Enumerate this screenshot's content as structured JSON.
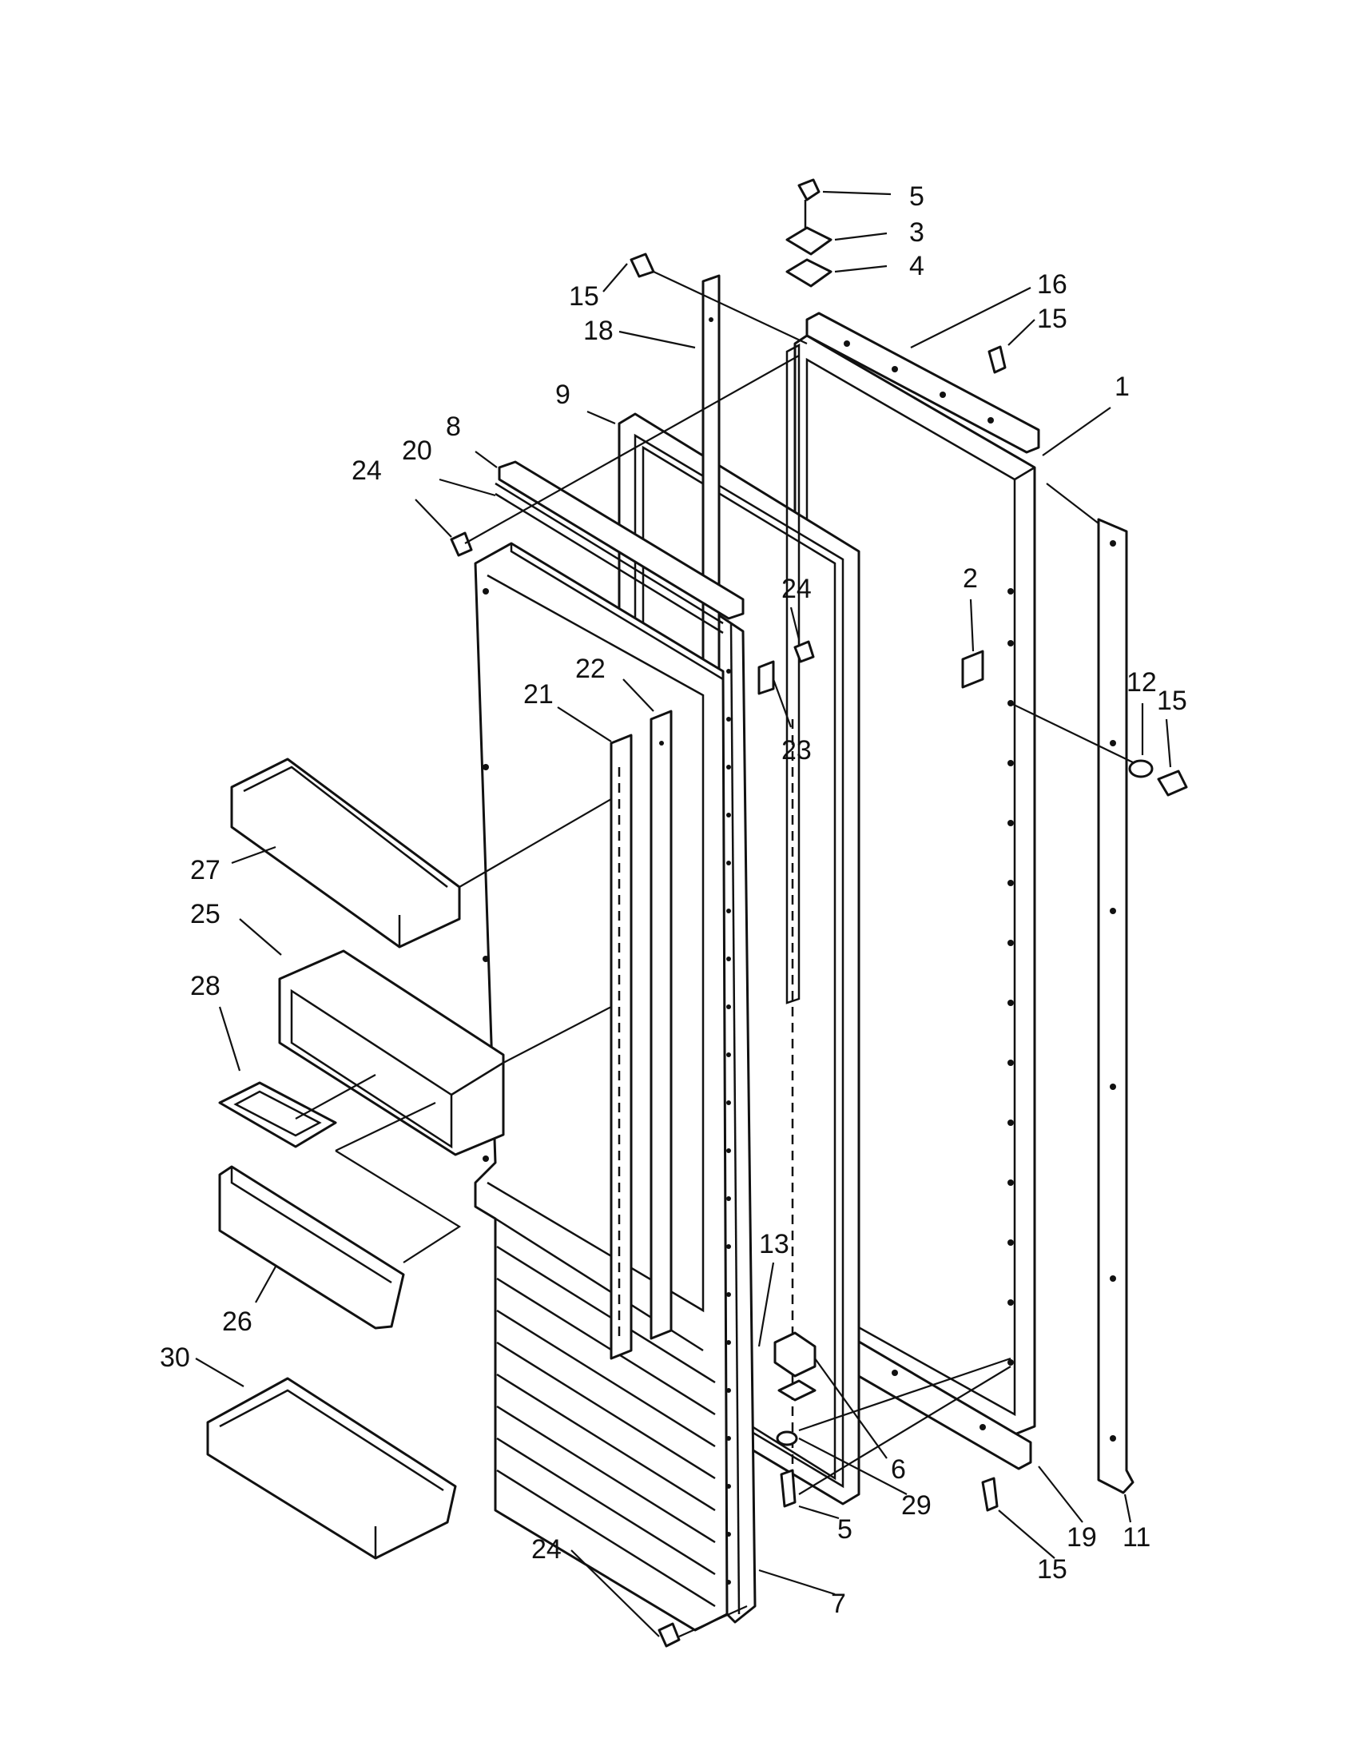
{
  "callouts": [
    {
      "label": "5"
    },
    {
      "label": "3"
    },
    {
      "label": "4"
    },
    {
      "label": "16"
    },
    {
      "label": "15"
    },
    {
      "label": "15"
    },
    {
      "label": "18"
    },
    {
      "label": "1"
    },
    {
      "label": "9"
    },
    {
      "label": "8"
    },
    {
      "label": "20"
    },
    {
      "label": "24"
    },
    {
      "label": "2"
    },
    {
      "label": "24"
    },
    {
      "label": "22"
    },
    {
      "label": "21"
    },
    {
      "label": "23"
    },
    {
      "label": "12"
    },
    {
      "label": "15"
    },
    {
      "label": "27"
    },
    {
      "label": "25"
    },
    {
      "label": "28"
    },
    {
      "label": "26"
    },
    {
      "label": "13"
    },
    {
      "label": "30"
    },
    {
      "label": "6"
    },
    {
      "label": "29"
    },
    {
      "label": "5"
    },
    {
      "label": "19"
    },
    {
      "label": "11"
    },
    {
      "label": "15"
    },
    {
      "label": "24"
    },
    {
      "label": "7"
    }
  ]
}
